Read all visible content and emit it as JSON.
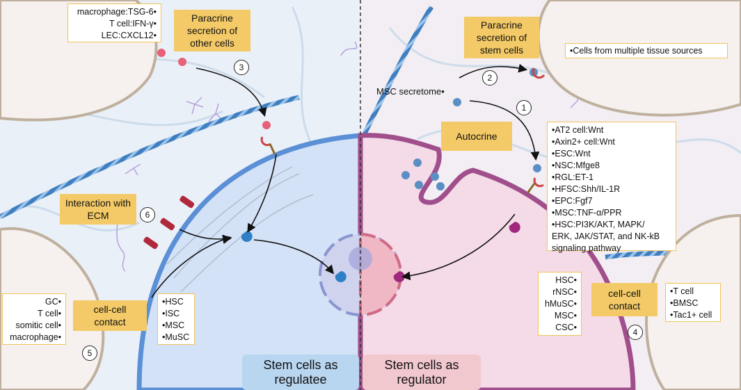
{
  "top_left_note": {
    "items": [
      "macrophage:TSG-6•",
      "T cell:IFN-γ•",
      "LEC:CXCL12•"
    ]
  },
  "paracrine_other": {
    "label": "Paracrine secretion of other cells",
    "number": "3"
  },
  "paracrine_stem": {
    "label": "Paracrine secretion of stem cells",
    "number": "2"
  },
  "multi_source_note": {
    "text": "•Cells from multiple tissue sources"
  },
  "msc_secretome": {
    "text": "MSC secretome•"
  },
  "autocrine": {
    "label": "Autocrine",
    "number": "1"
  },
  "autocrine_note": {
    "items": [
      "•AT2 cell:Wnt",
      "•Axin2+ cell:Wnt",
      "•ESC:Wnt",
      "•NSC:Mfge8",
      "•RGL:ET-1",
      "•HFSC:Shh/IL-1R",
      "•EPC:Fgf7",
      "•MSC:TNF-α/PPR",
      "•HSC:PI3K/AKT, MAPK/",
      "ERK, JAK/STAT, and NK-kB",
      "signaling pathway"
    ]
  },
  "ecm": {
    "label": "Interaction with ECM",
    "number": "6"
  },
  "contact_left": {
    "label": "cell-cell contact",
    "number": "5",
    "partners": [
      "GC•",
      "T cell•",
      "somitic cell•",
      "macrophage•"
    ],
    "stem": [
      "•HSC",
      "•ISC",
      "•MSC",
      "•MuSC"
    ]
  },
  "contact_right": {
    "label": "cell-cell contact",
    "number": "4",
    "stem": [
      "HSC•",
      "rNSC•",
      "hMuSC•",
      "MSC•",
      "CSC•"
    ],
    "partners": [
      "•T cell",
      "•BMSC",
      "•Tac1+ cell"
    ]
  },
  "bands": {
    "left": "Stem cells as regulatee",
    "right": "Stem cells as regulator"
  },
  "colors": {
    "label_fill": "#f3ca67",
    "left_cell": "#d3e2f6",
    "right_cell": "#f5dbe8",
    "ligand_blue": "#2f7fc7",
    "ligand_purple": "#a0287d",
    "ligand_pink": "#e8607a"
  }
}
